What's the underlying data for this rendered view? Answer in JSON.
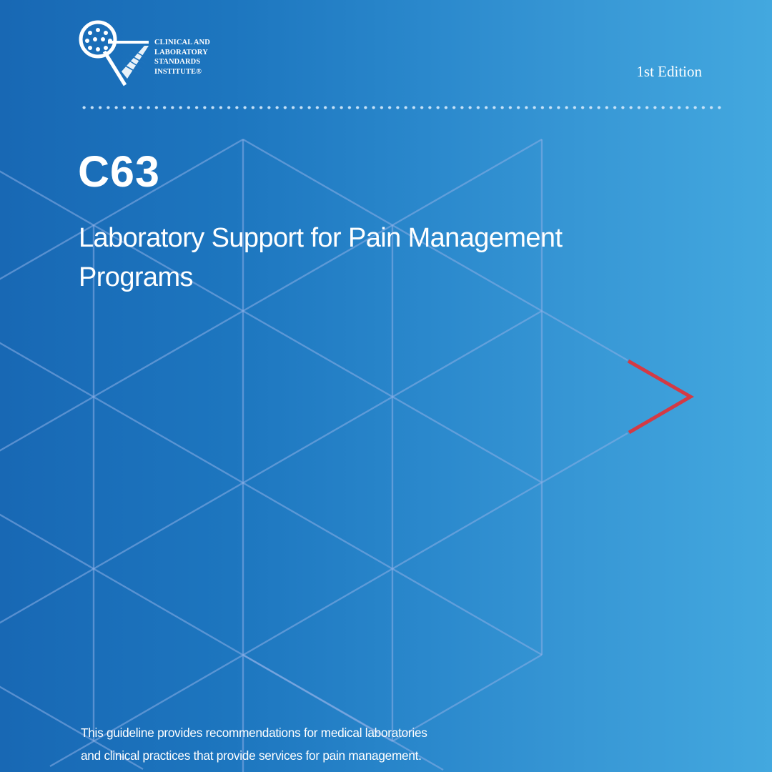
{
  "publisher": {
    "logo_icon": "globe-with-check-flag-icon",
    "name_lines": [
      "CLINICAL AND",
      "LABORATORY",
      "STANDARDS",
      "INSTITUTE®"
    ]
  },
  "edition": "1st Edition",
  "document": {
    "code": "C63",
    "title_lines": [
      "Laboratory Support for Pain Management",
      "Programs"
    ],
    "description_lines": [
      "This guideline provides recommendations for medical laboratories",
      "and clinical practices that provide services for pain management."
    ]
  },
  "decoration": {
    "pattern": "triangle-lattice",
    "accent_icon": "red-chevron-right-icon"
  },
  "colors": {
    "background_left": "#1868B4",
    "background_right": "#43A8DF",
    "grid_lines": "#8CAFE6",
    "accent_red": "#D33A45",
    "text": "#FFFFFF"
  }
}
